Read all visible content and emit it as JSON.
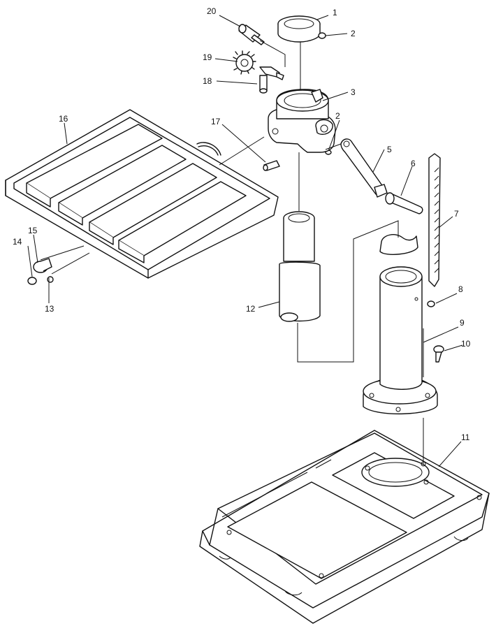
{
  "diagram": {
    "callouts": [
      {
        "id": "c1",
        "text": "1"
      },
      {
        "id": "c2a",
        "text": "2"
      },
      {
        "id": "c2b",
        "text": "2"
      },
      {
        "id": "c3",
        "text": "3"
      },
      {
        "id": "c5",
        "text": "5"
      },
      {
        "id": "c6",
        "text": "6"
      },
      {
        "id": "c7",
        "text": "7"
      },
      {
        "id": "c8",
        "text": "8"
      },
      {
        "id": "c9",
        "text": "9"
      },
      {
        "id": "c10",
        "text": "10"
      },
      {
        "id": "c11",
        "text": "11"
      },
      {
        "id": "c12",
        "text": "12"
      },
      {
        "id": "c13",
        "text": "13"
      },
      {
        "id": "c14",
        "text": "14"
      },
      {
        "id": "c15",
        "text": "15"
      },
      {
        "id": "c16",
        "text": "16"
      },
      {
        "id": "c17",
        "text": "17"
      },
      {
        "id": "c18",
        "text": "18"
      },
      {
        "id": "c19",
        "text": "19"
      },
      {
        "id": "c20",
        "text": "20"
      }
    ]
  }
}
